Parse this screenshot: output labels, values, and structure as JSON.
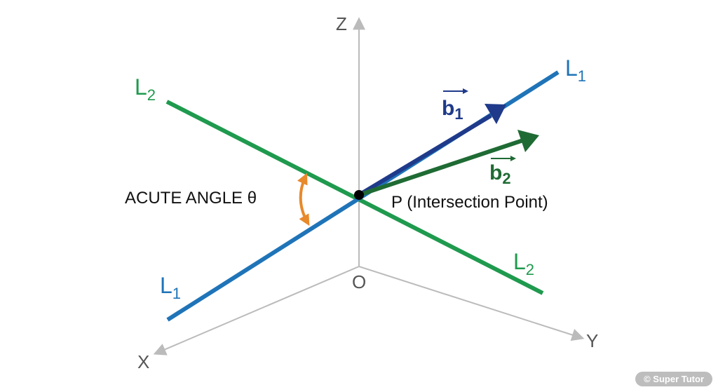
{
  "diagram": {
    "axes": {
      "x": "X",
      "y": "Y",
      "z": "Z",
      "origin": "O"
    },
    "lines": {
      "l1": {
        "letter": "L",
        "subscript": "1",
        "color": "#1f74b8"
      },
      "l2": {
        "letter": "L",
        "subscript": "2",
        "color": "#1f9a4e"
      }
    },
    "vectors": {
      "b1": {
        "letter": "b",
        "subscript": "1",
        "color": "#1f3a8a"
      },
      "b2": {
        "letter": "b",
        "subscript": "2",
        "color": "#1f6b34"
      }
    },
    "angle": {
      "label": "ACUTE ANGLE θ",
      "color": "#e8892b"
    },
    "point": {
      "label": "P (Intersection Point)"
    },
    "axis_color": "#bbbbbb"
  },
  "watermark": "© Super Tutor"
}
